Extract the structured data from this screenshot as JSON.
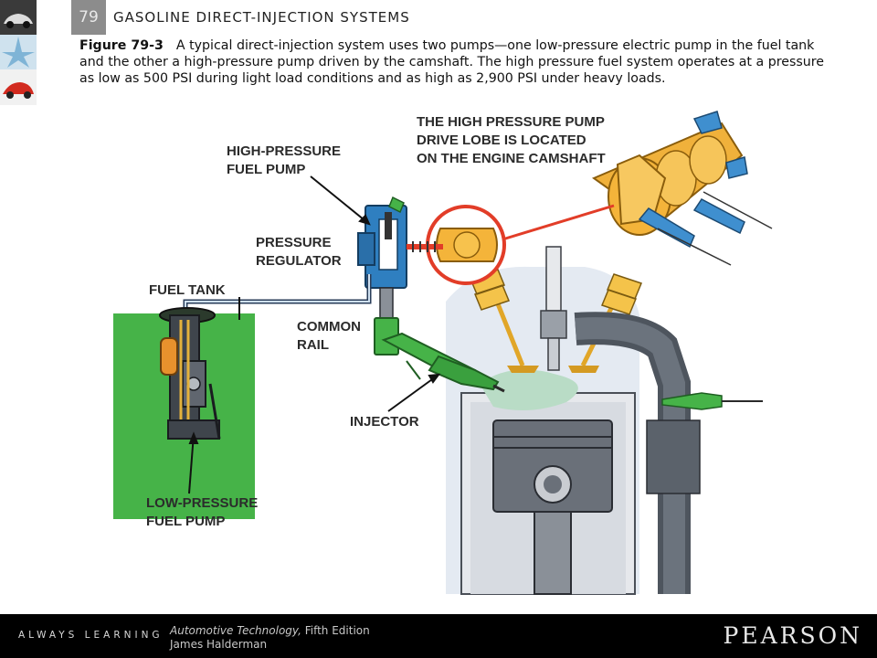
{
  "header": {
    "chapter_number": "79",
    "chapter_title": "GASOLINE DIRECT-INJECTION SYSTEMS"
  },
  "caption": {
    "figure_label": "Figure 79-3",
    "text": "A typical direct-injection system uses two pumps—one low-pressure electric pump in the fuel tank and the other a high-pressure pump driven by the camshaft. The high pressure fuel system operates at a pressure as low as 500 PSI during light load conditions and as high as 2,900 PSI under heavy loads."
  },
  "diagram": {
    "labels": {
      "cam_line1": "THE HIGH PRESSURE PUMP",
      "cam_line2": "DRIVE LOBE IS LOCATED",
      "cam_line3": "ON THE ENGINE CAMSHAFT",
      "hp_line1": "HIGH-PRESSURE",
      "hp_line2": "FUEL PUMP",
      "reg_line1": "PRESSURE",
      "reg_line2": "REGULATOR",
      "tank": "FUEL TANK",
      "rail_line1": "COMMON",
      "rail_line2": "RAIL",
      "injector": "INJECTOR",
      "lp_line1": "LOW-PRESSURE",
      "lp_line2": "FUEL PUMP"
    },
    "colors": {
      "tank_green": "#46b348",
      "pump_blue": "#2f7fc0",
      "cam_yellow": "#f4b43a",
      "callout_red": "#e23d28",
      "pipe_gray": "#5f6770"
    }
  },
  "footer": {
    "tagline": "ALWAYS LEARNING",
    "book_title": "Automotive Technology,",
    "book_edition": " Fifth Edition",
    "author": "James Halderman",
    "publisher": "PEARSON"
  }
}
